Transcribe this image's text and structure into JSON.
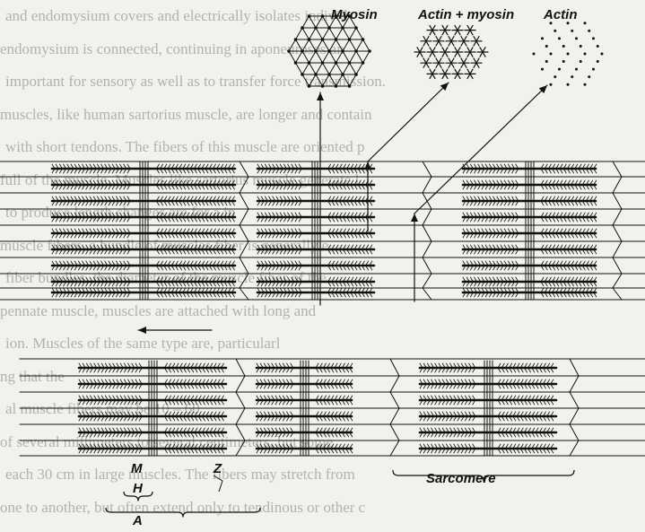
{
  "labels": {
    "myosin": "Myosin",
    "actin_myosin": "Actin + myosin",
    "actin": "Actin",
    "m": "M",
    "h": "H",
    "a": "A",
    "z": "Z",
    "sarcomere": "Sarcomere"
  },
  "bleed_text": [
    "and endomysium covers and electrically isolates individ",
    "endomysium is connected, continuing in aponeuroses an",
    "important for sensory as well as to transfer force transmission.",
    "muscles, like human sartorius muscle, are longer and contain",
    "with short tendons. The fibers of this muscle are oriented p",
    "full of the muscle. Muscles like sartorius muscle generate l",
    "to produce length changes are for a in",
    "muscle fibers, a bundle of muscles fiber is generally e",
    "fiber bundles, the diameter of the muscle fiber of the",
    "pennate muscle, muscles are attached with long and",
    "ion. Muscles of the same type are, particularl",
    "ng that the",
    "al muscle fibers may be 10 – 60",
    "of several millimeters to several centimeters, but some",
    "each 30 cm in large muscles. The fibers may stretch from",
    "one to another, but often extend only to tendinous or other c"
  ],
  "colors": {
    "ink": "#111111",
    "paper": "#f2f1ec",
    "bleed": "#7d7d7d"
  }
}
